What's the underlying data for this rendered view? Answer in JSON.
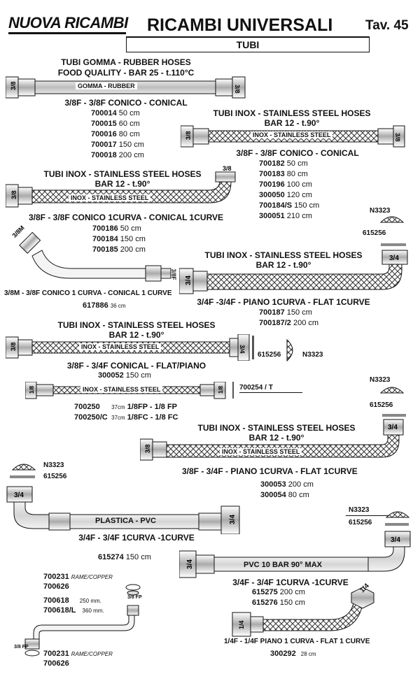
{
  "header": {
    "brand": "NUOVA RICAMBI",
    "title": "RICAMBI UNIVERSALI",
    "tav": "Tav. 45",
    "section": "TUBI"
  },
  "s1": {
    "h1": "TUBI GOMMA - RUBBER HOSES",
    "h2": "FOOD QUALITY - BAR 25 - t.110°C",
    "band": "GOMMA - RUBBER",
    "end_l": "3/8",
    "end_r": "3/8",
    "type": "3/8F - 3/8F CONICO - CONICAL",
    "items": [
      {
        "code": "700014",
        "len": "50 cm"
      },
      {
        "code": "700015",
        "len": "60 cm"
      },
      {
        "code": "700016",
        "len": "80 cm"
      },
      {
        "code": "700017",
        "len": "150 cm"
      },
      {
        "code": "700018",
        "len": "200 cm"
      }
    ]
  },
  "s2": {
    "h1": "TUBI INOX - STAINLESS STEEL HOSES",
    "h2": "BAR 12 - t.90°",
    "band": "INOX - STAINLESS STEEL",
    "end_l": "3/8",
    "end_r": "3/8",
    "type": "3/8F - 3/8F CONICO - CONICAL",
    "items": [
      {
        "code": "700182",
        "len": "50 cm"
      },
      {
        "code": "700183",
        "len": "80 cm"
      },
      {
        "code": "700196",
        "len": "100 cm"
      },
      {
        "code": "300050",
        "len": "120 cm"
      },
      {
        "code": "700184/S",
        "len": "150 cm"
      },
      {
        "code": "300051",
        "len": "210 cm"
      }
    ]
  },
  "s3": {
    "h1": "TUBI INOX - STAINLESS STEEL HOSES",
    "h2": "BAR 12 - t.90°",
    "band": "INOX - STAINLESS STEEL",
    "end_l": "3/8",
    "end_top": "3/8",
    "type": "3/8F - 3/8F CONICO 1CURVA - CONICAL 1CURVE",
    "items": [
      {
        "code": "700186",
        "len": "50 cm"
      },
      {
        "code": "700184",
        "len": "150 cm"
      },
      {
        "code": "700185",
        "len": "200 cm"
      }
    ]
  },
  "s4": {
    "end_a": "3/8M",
    "end_b": "3/8F",
    "type": "3/8M - 3/8F CONICO 1 CURVA - CONICAL 1 CURVE",
    "code": "617886",
    "len": "36 cm"
  },
  "s5": {
    "h1": "TUBI INOX - STAINLESS STEEL HOSES",
    "h2": "BAR 12 - t.90°",
    "end_l": "3/4",
    "end_r": "3/4",
    "type": "3/4F -3/4F - PIANO 1CURVA - FLAT 1CURVE",
    "n": "N3323",
    "p": "615256",
    "items": [
      {
        "code": "700187",
        "len": "150 cm"
      },
      {
        "code": "700187/2",
        "len": "200 cm"
      }
    ]
  },
  "s6": {
    "h1": "TUBI INOX - STAINLESS STEEL HOSES",
    "h2": "BAR 12 - t.90°",
    "band": "INOX - STAINLESS STEEL",
    "end_l": "3/8",
    "end_r": "3/4",
    "type": "3/8F - 3/4F  CONICAL - FLAT/PIANO",
    "p": "615256",
    "n": "N3323",
    "code": "300052",
    "len": "150 cm"
  },
  "s7": {
    "band": "INOX - STAINLESS STEEL",
    "end_l": "1/8",
    "end_r": "1/8",
    "ref": "700254 / T",
    "items": [
      {
        "code": "700250",
        "len": "37cm",
        "desc": "1/8FP - 1/8 FP"
      },
      {
        "code": "700250/C",
        "len": "37cm",
        "desc": "1/8FC - 1/8 FC"
      }
    ]
  },
  "s8": {
    "h1": "TUBI INOX - STAINLESS STEEL HOSES",
    "h2": "BAR 12 - t.90°",
    "band": "INOX - STAINLESS STEEL",
    "end_l": "3/8",
    "end_r": "3/4",
    "n": "N3323",
    "p": "615256",
    "type": "3/8F - 3/4F - PIANO 1CURVA - FLAT 1CURVE",
    "items": [
      {
        "code": "300053",
        "len": "200 cm"
      },
      {
        "code": "300054",
        "len": "80 cm"
      }
    ]
  },
  "s9": {
    "n": "N3323",
    "p": "615256",
    "band": "PLASTICA - PVC",
    "end_l": "3/4",
    "end_r": "3/4",
    "type": "3/4F - 3/4F 1CURVA -1CURVE",
    "code": "615274",
    "len": "150 cm"
  },
  "s10": {
    "n": "N3323",
    "p": "615256",
    "band": "PVC 10 BAR 90° MAX",
    "end_l": "3/4",
    "end_r": "3/4",
    "type": "3/4F - 3/4F 1CURVA -1CURVE",
    "items": [
      {
        "code": "615275",
        "len": "200 cm"
      },
      {
        "code": "615276",
        "len": "150 cm"
      }
    ]
  },
  "s11": {
    "top1": "700231",
    "top1s": "RAME/COPPER",
    "top2": "700626",
    "m1": "700618",
    "m1l": "250 mm.",
    "m2": "700618/L",
    "m2l": "360 mm.",
    "fp1": "3/8 FP",
    "fp2": "3/8 FP",
    "bot1": "700231",
    "bot1s": "RAME/COPPER",
    "bot2": "700626"
  },
  "s12": {
    "end_a": "1/4",
    "end_b": "1/4",
    "type": "1/4F - 1/4F PIANO 1 CURVA - FLAT 1 CURVE",
    "code": "300292",
    "len": "28 cm"
  }
}
